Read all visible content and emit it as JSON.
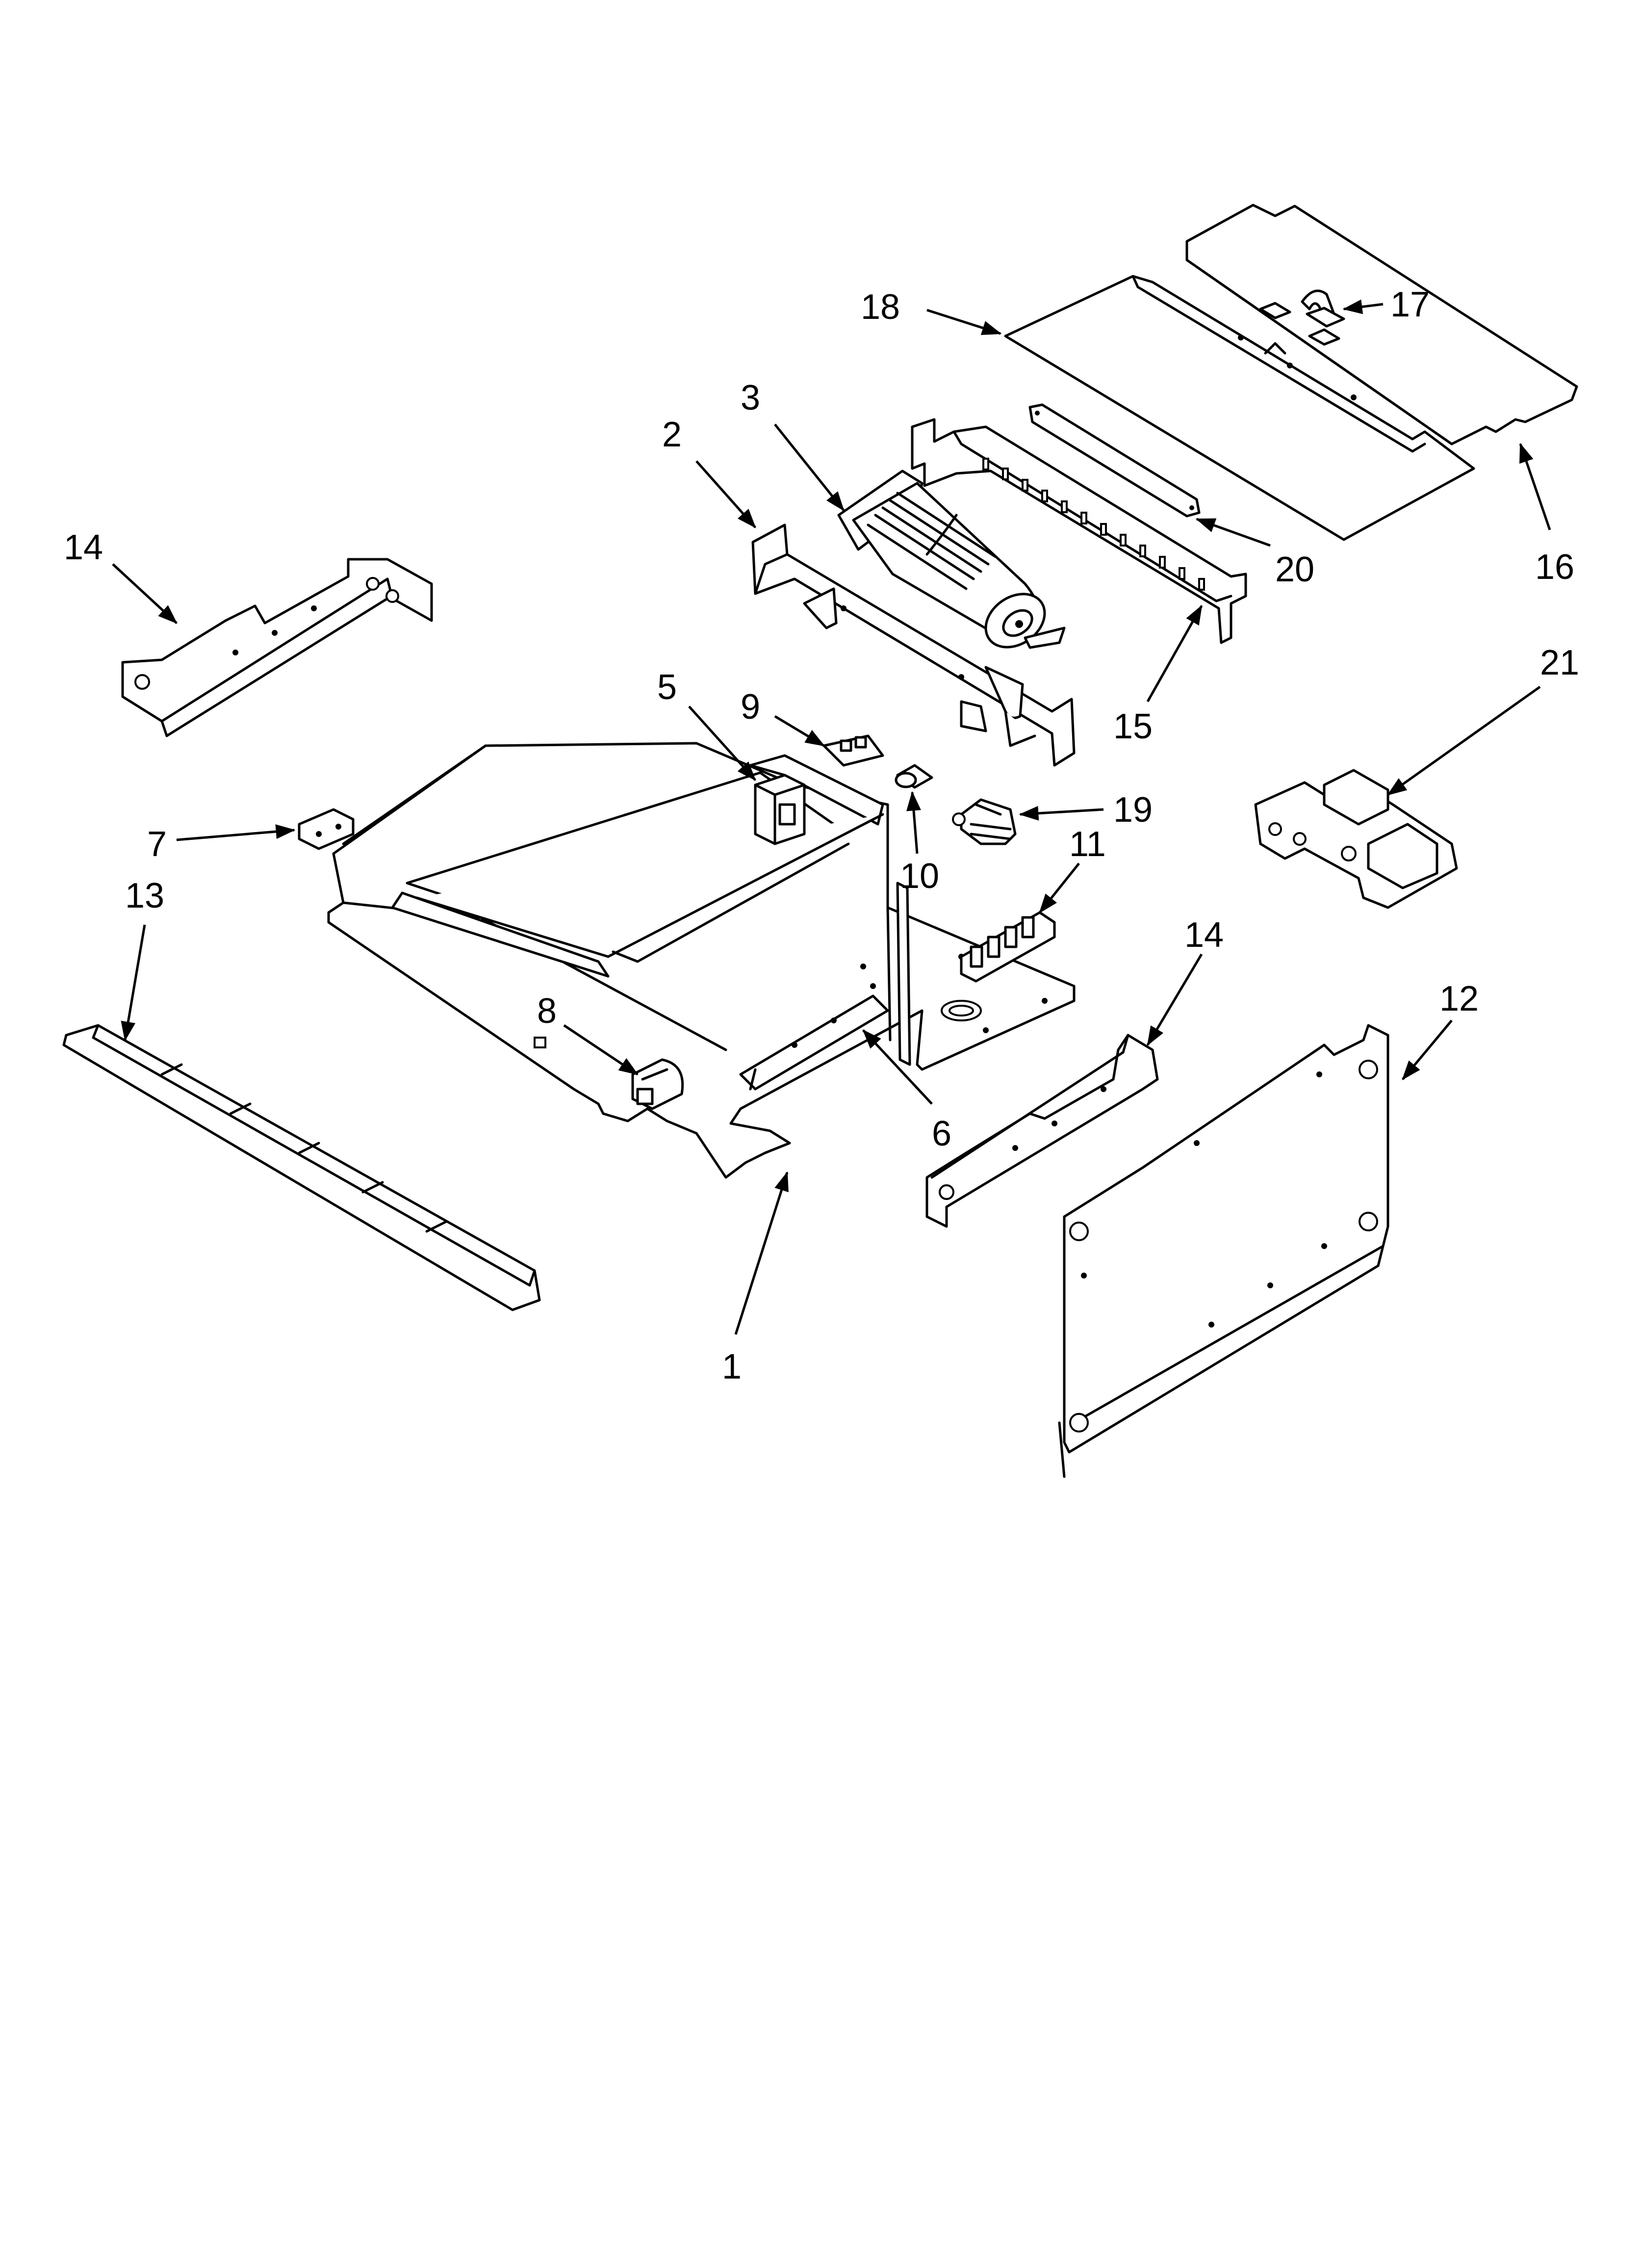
{
  "diagram": {
    "callouts": [
      {
        "id": "c18",
        "label": "18"
      },
      {
        "id": "c17",
        "label": "17"
      },
      {
        "id": "c3",
        "label": "3"
      },
      {
        "id": "c2",
        "label": "2"
      },
      {
        "id": "c20",
        "label": "20"
      },
      {
        "id": "c16",
        "label": "16"
      },
      {
        "id": "c14a",
        "label": "14"
      },
      {
        "id": "c15",
        "label": "15"
      },
      {
        "id": "c5",
        "label": "5"
      },
      {
        "id": "c9",
        "label": "9"
      },
      {
        "id": "c21",
        "label": "21"
      },
      {
        "id": "c19",
        "label": "19"
      },
      {
        "id": "c7",
        "label": "7"
      },
      {
        "id": "c10",
        "label": "10"
      },
      {
        "id": "c11",
        "label": "11"
      },
      {
        "id": "c13",
        "label": "13"
      },
      {
        "id": "c14b",
        "label": "14"
      },
      {
        "id": "c12",
        "label": "12"
      },
      {
        "id": "c8",
        "label": "8"
      },
      {
        "id": "c6",
        "label": "6"
      },
      {
        "id": "c1",
        "label": "1"
      }
    ]
  }
}
